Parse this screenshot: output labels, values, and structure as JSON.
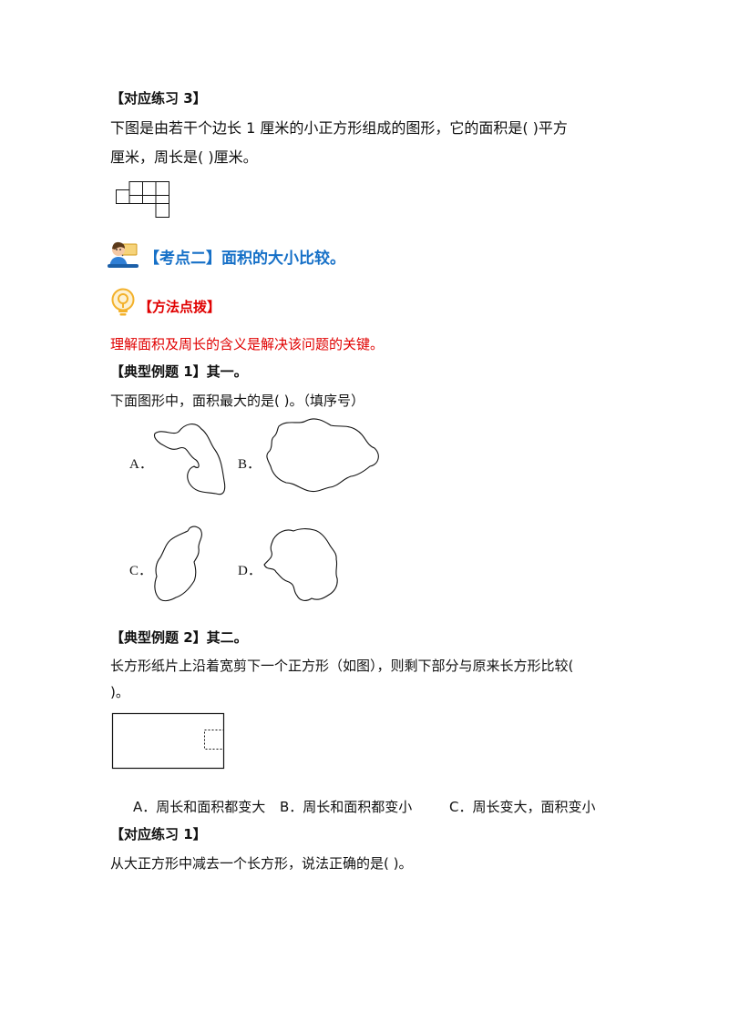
{
  "practice3": {
    "heading": "【对应练习 3】",
    "line1": "下图是由若干个边长 1 厘米的小正方形组成的图形，它的面积是(              )平方",
    "line2": "厘米，周长是(              )厘米。"
  },
  "section2": {
    "title": "【考点二】面积的大小比较。",
    "tips_title": "【方法点拨】",
    "tip_text": "理解面积及周长的含义是解决该问题的关键。"
  },
  "example1": {
    "heading": "【典型例题 1】其一。",
    "question": "下面图形中，面积最大的是(              )。（填序号）",
    "labels": [
      "A．",
      "B．",
      "C．",
      "D．"
    ]
  },
  "example2": {
    "heading": "【典型例题 2】其二。",
    "question_line1": "长方形纸片上沿着宽剪下一个正方形（如图），则剩下部分与原来长方形比较(",
    "question_line2": ")。",
    "option_a": "A．周长和面积都变大",
    "option_b": "B．周长和面积都变小",
    "option_c": "C．周长变大，面积变小"
  },
  "practice1": {
    "heading": "【对应练习 1】",
    "question": "从大正方形中减去一个长方形，说法正确的是(              )。"
  },
  "icons": {
    "teacher": "teacher-at-board-icon",
    "lightbulb": "lightbulb-icon"
  },
  "colors": {
    "title_blue": "#1670c7",
    "tip_red": "#e00000"
  }
}
